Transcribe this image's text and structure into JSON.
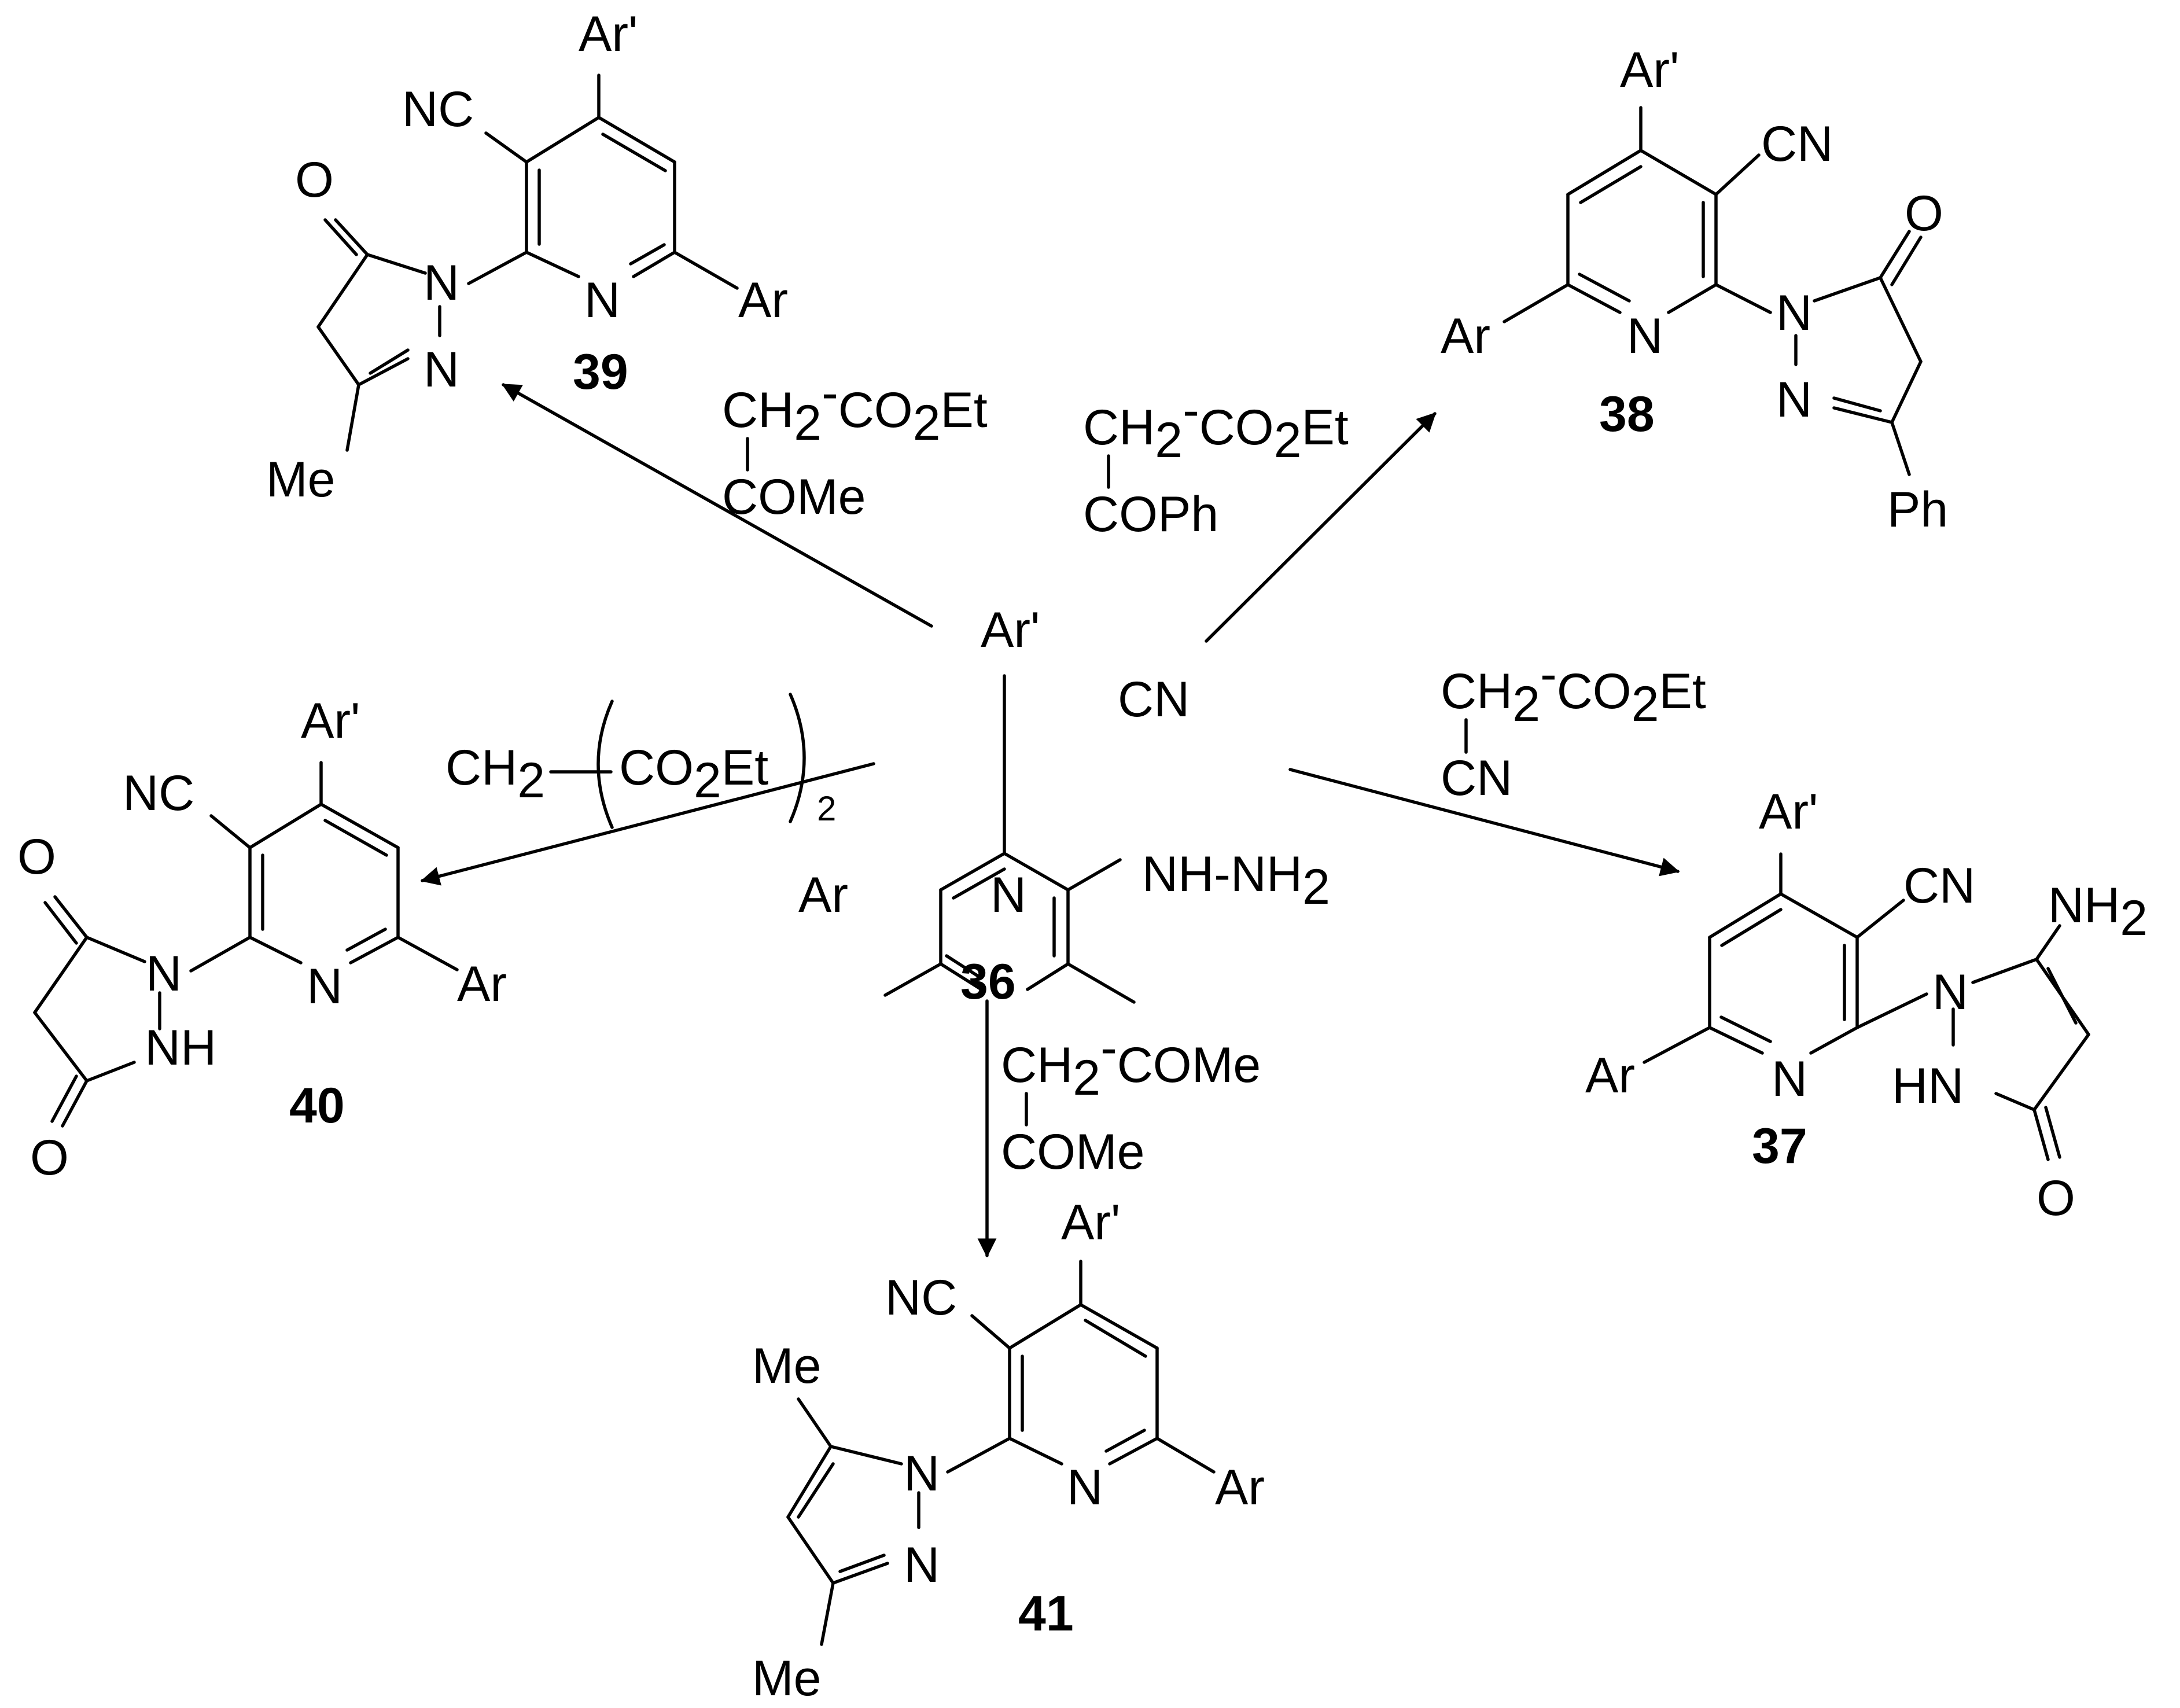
{
  "compounds": {
    "c36": {
      "number": "36",
      "ar_prime": "Ar'",
      "ar": "Ar",
      "n_ring": "N",
      "cn": "CN",
      "hydrazine_prefix": "NH-NH",
      "hydrazine_sub": "2"
    },
    "c37": {
      "number": "37",
      "ar_prime": "Ar'",
      "ar": "Ar",
      "n_ring": "N",
      "cn": "CN",
      "n1": "N",
      "hn": "HN",
      "oxo": "O",
      "amino": "NH",
      "amino_sub": "2"
    },
    "c38": {
      "number": "38",
      "ar_prime": "Ar'",
      "ar": "Ar",
      "n_ring": "N",
      "cn": "CN",
      "n1": "N",
      "n2": "N",
      "oxo": "O",
      "substituent": "Ph"
    },
    "c39": {
      "number": "39",
      "ar_prime": "Ar'",
      "ar": "Ar",
      "n_ring": "N",
      "cn": "NC",
      "n1": "N",
      "n2": "N",
      "oxo": "O",
      "substituent": "Me"
    },
    "c40": {
      "number": "40",
      "ar_prime": "Ar'",
      "ar": "Ar",
      "n_ring": "N",
      "cn": "NC",
      "n1": "N",
      "nh": "NH",
      "oxo_top": "O",
      "oxo_bottom": "O"
    },
    "c41": {
      "number": "41",
      "ar_prime": "Ar'",
      "ar": "Ar",
      "n_ring": "N",
      "cn": "NC",
      "n1": "N",
      "n2": "N",
      "me_top": "Me",
      "me_bottom": "Me"
    }
  },
  "reagents": {
    "to37": {
      "l1a": "CH",
      "l1b": "2",
      "l1c": "-",
      "l1d": "CO",
      "l1e": "2",
      "l1f": "Et",
      "l2": "CN"
    },
    "to38": {
      "l1a": "CH",
      "l1b": "2",
      "l1c": "-",
      "l1d": "CO",
      "l1e": "2",
      "l1f": "Et",
      "l2": "COPh"
    },
    "to39": {
      "l1a": "CH",
      "l1b": "2",
      "l1c": "-",
      "l1d": "CO",
      "l1e": "2",
      "l1f": "Et",
      "l2": "COMe"
    },
    "to40": {
      "a": "CH",
      "b": "2",
      "c": "CO",
      "d": "2",
      "e": "Et",
      "f": "2"
    },
    "to41": {
      "l1a": "CH",
      "l1b": "2",
      "l1c": "-",
      "l1d": "COMe",
      "l2": "COMe"
    }
  }
}
